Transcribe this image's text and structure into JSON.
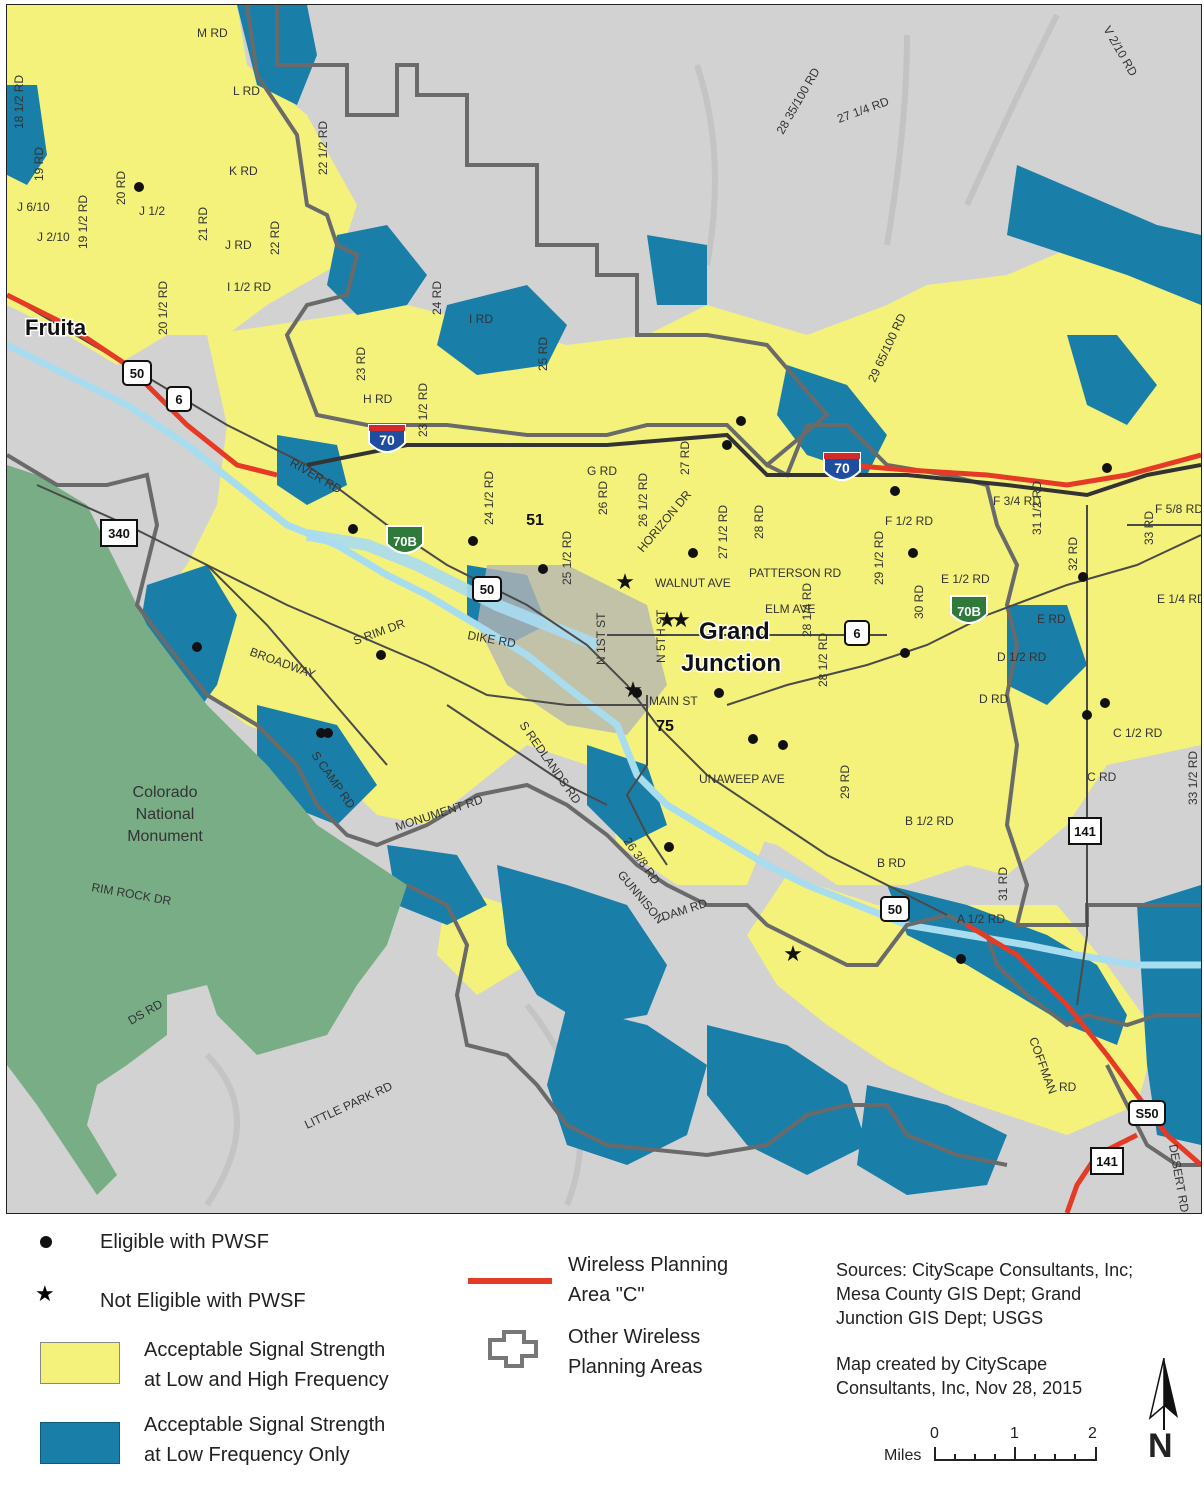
{
  "map": {
    "places": {
      "fruita": "Fruita",
      "grand": "Grand",
      "junction": "Junction",
      "monument": [
        "Colorado",
        "National",
        "Monument"
      ]
    },
    "roads": [
      "M RD",
      "L RD",
      "K RD",
      "J RD",
      "J 1/2",
      "I 1/2 RD",
      "I RD",
      "H RD",
      "G RD",
      "F 1/2 RD",
      "E 1/2 RD",
      "E RD",
      "D 1/2 RD",
      "D RD",
      "C 1/2 RD",
      "C RD",
      "B 1/2 RD",
      "B RD",
      "A 1/2 RD",
      "18 1/2 RD",
      "19 RD",
      "19 1/2 RD",
      "20 RD",
      "20 1/2 RD",
      "21 RD",
      "22 RD",
      "22 1/2 RD",
      "23 RD",
      "23 1/2 RD",
      "24 RD",
      "24 1/2 RD",
      "25 RD",
      "25 1/2 RD",
      "26 RD",
      "26 1/2 RD",
      "27 RD",
      "27 1/2 RD",
      "28 RD",
      "28 1/2 RD",
      "29 RD",
      "29 1/2 RD",
      "30 RD",
      "31 RD",
      "31 1/2 RD",
      "32 RD",
      "33 RD",
      "33 1/2 RD",
      "J 6/10",
      "J 2/10",
      "V 2/10 RD",
      "28 35/100 RD",
      "27 1/4 RD",
      "29 65/100 RD",
      "F 3/4 RD",
      "F 5/8 RD",
      "E 1/4 RD",
      "RIVER RD",
      "HORIZON DR",
      "WALNUT AVE",
      "PATTERSON RD",
      "ELM AVE",
      "DIKE RD",
      "N 1ST ST",
      "N 5TH ST",
      "BROADWAY",
      "S RIM DR",
      "S CAMP RD",
      "MAIN ST",
      "UNAWEEP AVE",
      "MONUMENT RD",
      "S REDLANDS RD",
      "26 3/8 RD",
      "GUNNISON",
      "DAM RD",
      "RIM ROCK DR",
      "DS RD",
      "LITTLE PARK RD",
      "COFFMAN",
      "RD",
      "DESERT RD",
      "28 1/4 RD"
    ],
    "shields": [
      "70",
      "70",
      "70B",
      "70B",
      "50",
      "50",
      "50",
      "6",
      "6",
      "340",
      "141",
      "141",
      "S50",
      "51",
      "75"
    ]
  },
  "legend": {
    "eligible": "Eligible with PWSF",
    "not_eligible": "Not Eligible with PWSF",
    "yellow_1": "Acceptable Signal Strength",
    "yellow_2": "at Low and High Frequency",
    "blue_1": "Acceptable Signal Strength",
    "blue_2": "at Low Frequency Only",
    "area_c_1": "Wireless Planning",
    "area_c_2": "Area \"C\"",
    "other_1": "Other Wireless",
    "other_2": "Planning Areas",
    "sources": [
      "Sources: CityScape Consultants, Inc;",
      "Mesa County GIS Dept; Grand",
      "Junction GIS Dept; USGS"
    ],
    "credit": [
      "Map created by CityScape",
      "Consultants, Inc, Nov 28, 2015"
    ],
    "scale_label": "Miles",
    "scale_ticks": [
      "0",
      "1",
      "2"
    ],
    "north": "N"
  },
  "colors": {
    "yellow": "#f4f27a",
    "blue": "#1a7fa8",
    "river": "#a8dcef",
    "park": "#79ad85",
    "terrain": "#cfcfcf",
    "red_line": "#e53a26"
  }
}
